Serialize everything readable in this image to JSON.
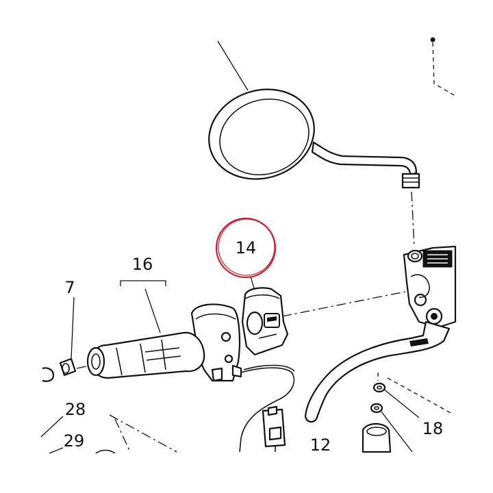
{
  "callouts": {
    "c7": "7",
    "c12": "12",
    "c14": "14",
    "c16": "16",
    "c18": "18",
    "c28": "28",
    "c29": "29"
  },
  "highlight": {
    "target": "14",
    "color": "#cc1f2d"
  }
}
